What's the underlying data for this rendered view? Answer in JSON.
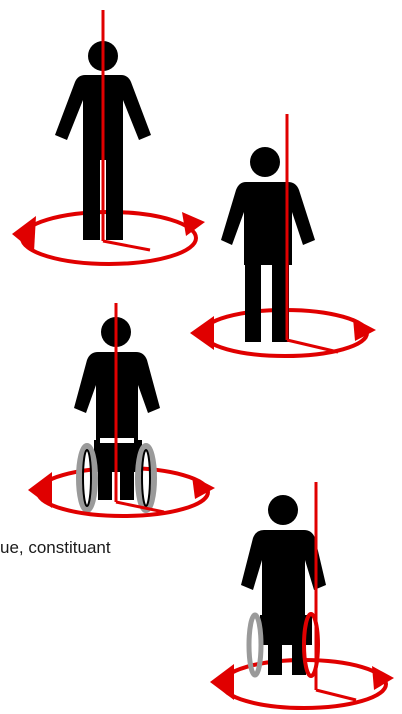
{
  "caption": "ue, constituant",
  "colors": {
    "figure": "#000000",
    "axis": "#e00000",
    "wheel_rim": "#9a9a9a",
    "background": "#ffffff"
  },
  "figures": [
    {
      "name": "standing-person-front",
      "kind": "standing",
      "view": "front"
    },
    {
      "name": "standing-person-angled",
      "kind": "standing",
      "view": "three-quarter"
    },
    {
      "name": "wheelchair-user-front",
      "kind": "wheelchair",
      "view": "front"
    },
    {
      "name": "wheelchair-user-angled",
      "kind": "wheelchair",
      "view": "three-quarter"
    }
  ]
}
